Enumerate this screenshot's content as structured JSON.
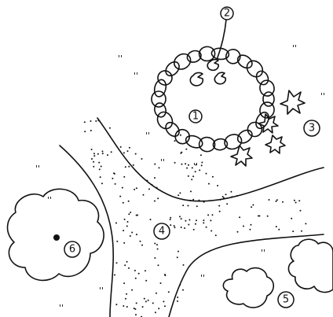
{
  "markers": {
    "m1": "1",
    "m2": "2",
    "m3": "3",
    "m4": "4",
    "m5": "5",
    "m6": "6"
  },
  "grass_mark": "''"
}
